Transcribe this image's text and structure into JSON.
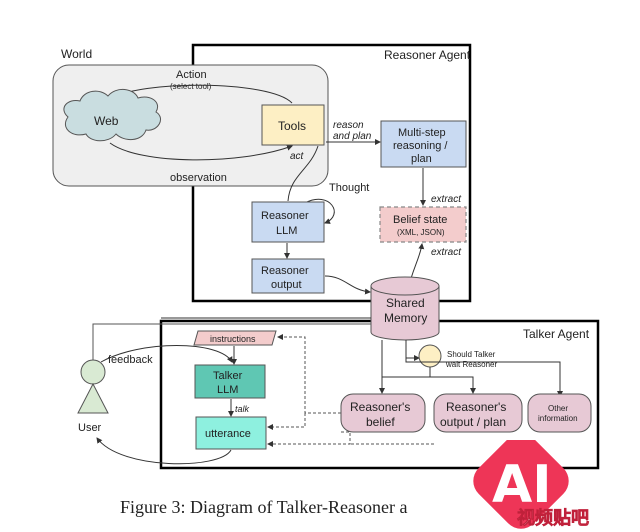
{
  "world": {
    "label": "World",
    "action_label": "Action",
    "action_sub": "(select tool)",
    "web_label": "Web",
    "tools_label": "Tools",
    "act_label": "act",
    "observation_label": "observation"
  },
  "reasoner_agent": {
    "label": "Reasoner Agent",
    "reason_plan_line1": "reason",
    "reason_plan_line2": "and plan",
    "multistep_line1": "Multi-step",
    "multistep_line2": "reasoning /",
    "multistep_line3": "plan",
    "extract_top": "extract",
    "belief_line1": "Belief state",
    "belief_line2": "(XML, JSON)",
    "extract_bottom": "extract",
    "thought_label": "Thought",
    "reasoner_llm_line1": "Reasoner",
    "reasoner_llm_line2": "LLM",
    "reasoner_output_line1": "Reasoner",
    "reasoner_output_line2": "output"
  },
  "shared_memory": {
    "line1": "Shared",
    "line2": "Memory"
  },
  "talker_agent": {
    "label": "Talker Agent",
    "instructions_label": "instructions",
    "talker_llm_line1": "Talker",
    "talker_llm_line2": "LLM",
    "talk_label": "talk",
    "utterance_label": "utterance",
    "wait_line1": "Should Talker",
    "wait_line2": "wait Reasoner",
    "reasoners_belief_line1": "Reasoner's",
    "reasoners_belief_line2": "belief",
    "reasoners_output_line1": "Reasoner's",
    "reasoners_output_line2": "output / plan",
    "other_info_line1": "Other",
    "other_info_line2": "information"
  },
  "user": {
    "label": "User",
    "feedback_label": "feedback"
  },
  "caption": "Figure 3: Diagram of Talker-Reasoner a",
  "watermark": {
    "big": "AI",
    "small": "视频贴吧"
  },
  "colors": {
    "world_bg": "#efefef",
    "cloud": "#c9dde0",
    "tools": "#fdefc4",
    "blue_box": "#c9daf2",
    "belief": "#f3cccc",
    "memory": "#e7c9d5",
    "talker": "#5fc7b3",
    "utterance": "#8ef0df",
    "wait_circle": "#fdefc4",
    "user": "#d9ead3",
    "watermark": "#ee3557"
  }
}
